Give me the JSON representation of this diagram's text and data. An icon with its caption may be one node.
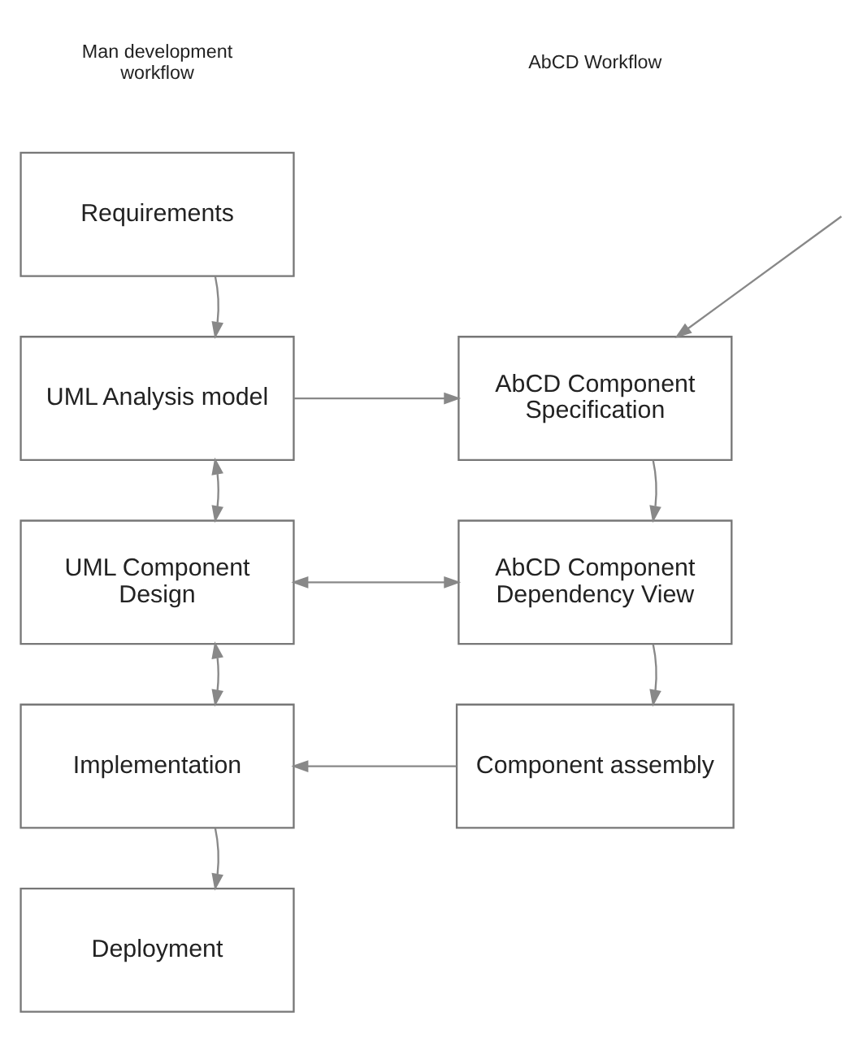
{
  "diagram": {
    "nodes": [
      {
        "text": [
          "AbCD Component Specification"
        ]
      },
      {
        "text": [
          "AbCD Component Dependency View"
        ]
      },
      {
        "text": [
          "Component assembly"
        ]
      },
      {
        "text": [
          "Requirements"
        ]
      },
      {
        "text": [
          "UML Analysis model"
        ]
      },
      {
        "text": [
          "UML Component Design"
        ]
      },
      {
        "text": [
          "Implementation"
        ]
      },
      {
        "text": [
          "Deployment"
        ]
      }
    ],
    "edges": [
      {
        "from": null,
        "to": 0,
        "arrow": "to"
      },
      {
        "from": 0,
        "to": 1,
        "arrow": "to"
      },
      {
        "from": 1,
        "to": 2,
        "arrow": "to"
      },
      {
        "from": 3,
        "to": 4,
        "arrow": "to"
      },
      {
        "from": 4,
        "to": 5,
        "arrow": "both"
      },
      {
        "from": 5,
        "to": 6,
        "arrow": "both"
      },
      {
        "from": 6,
        "to": 7,
        "arrow": "to"
      },
      {
        "from": 4,
        "to": 0,
        "arrow": "to"
      },
      {
        "from": 5,
        "to": 1,
        "arrow": "both"
      },
      {
        "from": 2,
        "to": 6,
        "arrow": "to"
      }
    ],
    "labels": [
      "AbCD Workflow",
      "Man development workflow"
    ]
  }
}
